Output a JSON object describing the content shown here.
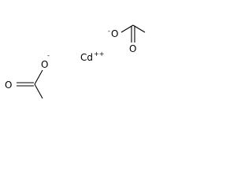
{
  "molecule": {
    "cation": {
      "symbol": "Cd",
      "charge": "++"
    },
    "acetate_left": {
      "oxygen_anion": {
        "symbol": "O",
        "charge": "-"
      },
      "oxygen_carbonyl": {
        "symbol": "O"
      }
    },
    "acetate_right": {
      "oxygen_anion": {
        "symbol": "O",
        "charge": "-"
      },
      "oxygen_carbonyl": {
        "symbol": "O"
      }
    }
  }
}
